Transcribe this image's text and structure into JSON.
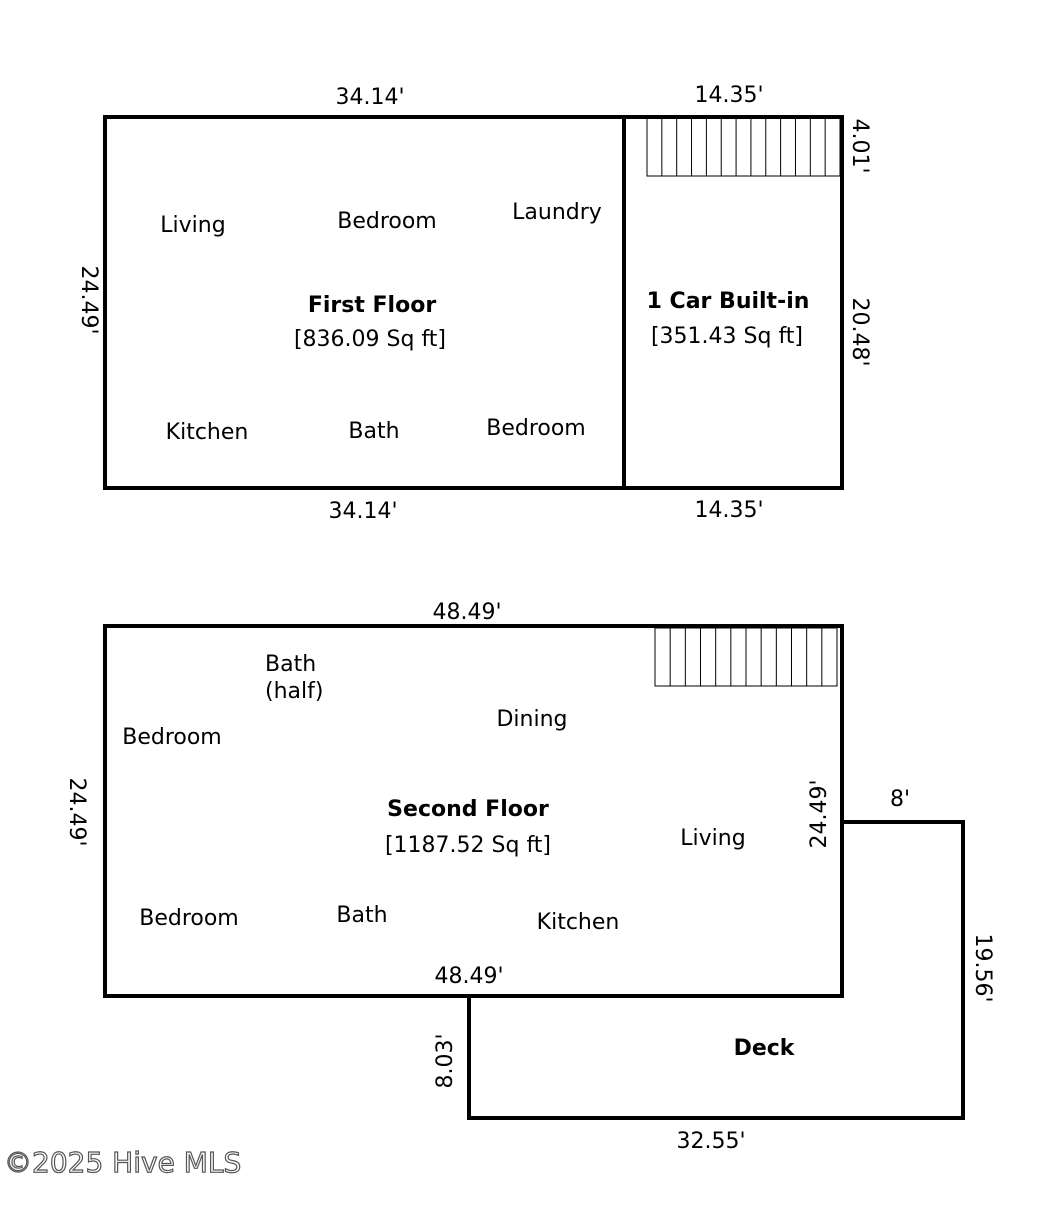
{
  "first_floor": {
    "title": "First Floor",
    "area": "[836.09 Sq ft]",
    "rooms": {
      "living": "Living",
      "bedroom_top": "Bedroom",
      "laundry": "Laundry",
      "kitchen": "Kitchen",
      "bath": "Bath",
      "bedroom_bottom": "Bedroom"
    },
    "dims": {
      "top": "34.14'",
      "bottom": "34.14'",
      "left": "24.49'"
    }
  },
  "garage": {
    "title": "1 Car Built-in",
    "area": "[351.43 Sq ft]",
    "dims": {
      "top": "14.35'",
      "bottom": "14.35'",
      "stair_depth": "4.01'",
      "right": "20.48'"
    }
  },
  "second_floor": {
    "title": "Second Floor",
    "area": "[1187.52 Sq ft]",
    "rooms": {
      "bath_half_1": "Bath",
      "bath_half_2": "(half)",
      "dining": "Dining",
      "bedroom_top": "Bedroom",
      "living": "Living",
      "bedroom_bottom": "Bedroom",
      "bath": "Bath",
      "kitchen": "Kitchen"
    },
    "dims": {
      "top": "48.49'",
      "bottom": "48.49'",
      "left": "24.49'",
      "right": "24.49'"
    }
  },
  "deck": {
    "title": "Deck",
    "dims": {
      "top": "8'",
      "right": "19.56'",
      "bottom": "32.55'",
      "left": "8.03'"
    }
  },
  "watermark": "©2025 Hive MLS"
}
